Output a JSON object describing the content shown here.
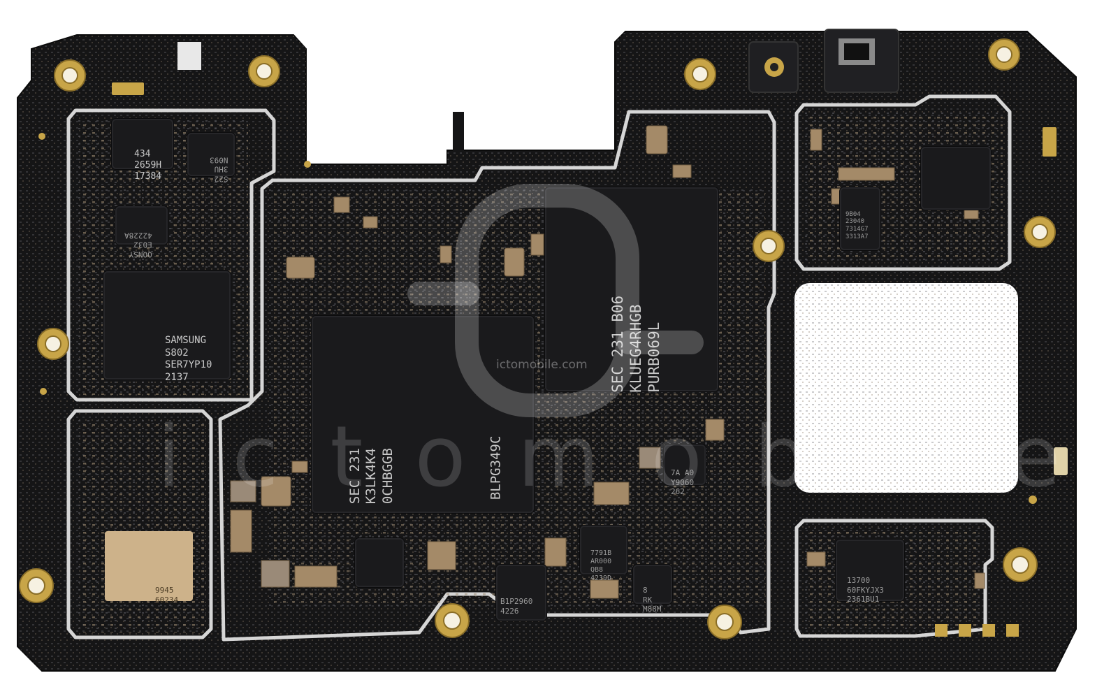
{
  "colors": {
    "background": "#ffffff",
    "board": "#151516",
    "solder": "#e2e2e2",
    "gold": "#c8a548",
    "component": "#a88f6e",
    "chip": "#1a1a1c",
    "watermark": "#ffffff"
  },
  "watermark": {
    "site": "ictomobile.com",
    "word": "ictomobile",
    "logo_icon": "ic-logo-icon"
  },
  "chips": {
    "chip_434": [
      "434",
      "2659H",
      "17384"
    ],
    "chip_s822": [
      "S22",
      "3HU",
      "N093"
    ],
    "chip_qonsy": [
      "QONSY",
      "E032",
      "42228A"
    ],
    "samsung_pmic": [
      "SAMSUNG",
      "S802",
      "SER7YP10",
      "2137"
    ],
    "soc": [
      "SEC 231",
      "K3LK4K4",
      "0CHBGGB"
    ],
    "soc_side": "BLPG349C",
    "ufs": [
      "SEC 231 B06",
      "KLUEG4RHGB",
      "PURB069L"
    ],
    "gold_module": [
      "9945",
      "60234"
    ],
    "chip_b1p": [
      "B1P2960",
      "4226"
    ],
    "chip_7791": [
      "7791B",
      "AR000",
      "QB8",
      "4239D"
    ],
    "chip_8rk": [
      "8",
      "RK",
      "M88M"
    ],
    "chip_7aa0": [
      "7A A0",
      "Y9060",
      "262"
    ],
    "chip_13700": [
      "13700",
      "60FKYJX3",
      "2361BU1"
    ],
    "chip_right_top": [
      "9B04",
      "23040",
      "7314G7",
      "3313A7"
    ]
  }
}
